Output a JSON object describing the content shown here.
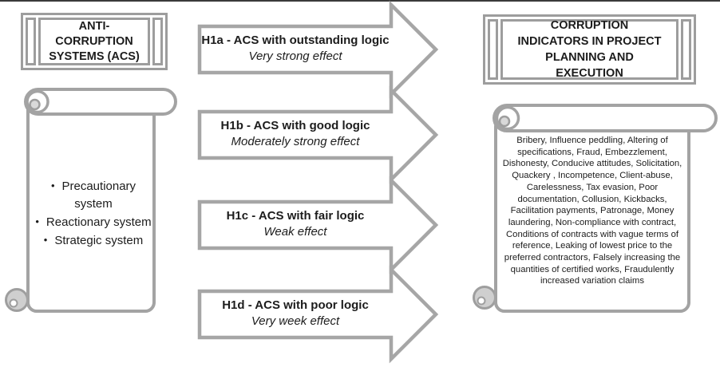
{
  "figure": {
    "description": "Diagram linking anti-corruption systems to corruption indicators via four hypothesis arrows"
  },
  "colors": {
    "shape_border": "#a6a6a6",
    "box_border": "#9d9d9d",
    "curl_fill": "#d9d9d9",
    "text": "#1c1c1c",
    "top_rule": "#3a3a3a"
  },
  "left_box": {
    "title": "ANTI-CORRUPTION SYSTEMS (ACS)",
    "lines": [
      "ANTI-",
      "CORRUPTION",
      "SYSTEMS (ACS)"
    ]
  },
  "right_box": {
    "title": "CORRUPTION INDICATORS IN PROJECT PLANNING AND EXECUTION",
    "lines": [
      "CORRUPTION",
      "INDICATORS IN PROJECT",
      "PLANNING AND",
      "EXECUTION"
    ]
  },
  "left_scroll": {
    "bullet": "•",
    "items": [
      "Precautionary system",
      "Reactionary system",
      "Strategic system"
    ]
  },
  "arrows": [
    {
      "id": "H1a",
      "label": "H1a - ACS with outstanding logic",
      "effect": "Very strong effect"
    },
    {
      "id": "H1b",
      "label": "H1b - ACS with good logic",
      "effect": "Moderately strong effect"
    },
    {
      "id": "H1c",
      "label": "H1c - ACS with fair logic",
      "effect": "Weak effect"
    },
    {
      "id": "H1d",
      "label": "H1d - ACS with poor logic",
      "effect": "Very week effect"
    }
  ],
  "right_scroll": {
    "text": "Bribery, Influence peddling, Altering of specifications, Fraud, Embezzlement, Dishonesty, Conducive attitudes, Solicitation, Quackery , Incompetence, Client-abuse, Carelessness, Tax evasion, Poor documentation, Collusion, Kickbacks, Facilitation payments, Patronage, Money laundering, Non-compliance with contract, Conditions of contracts with vague terms of reference, Leaking of lowest price to the preferred contractors, Falsely increasing the quantities of certified works, Fraudulently increased variation claims"
  }
}
